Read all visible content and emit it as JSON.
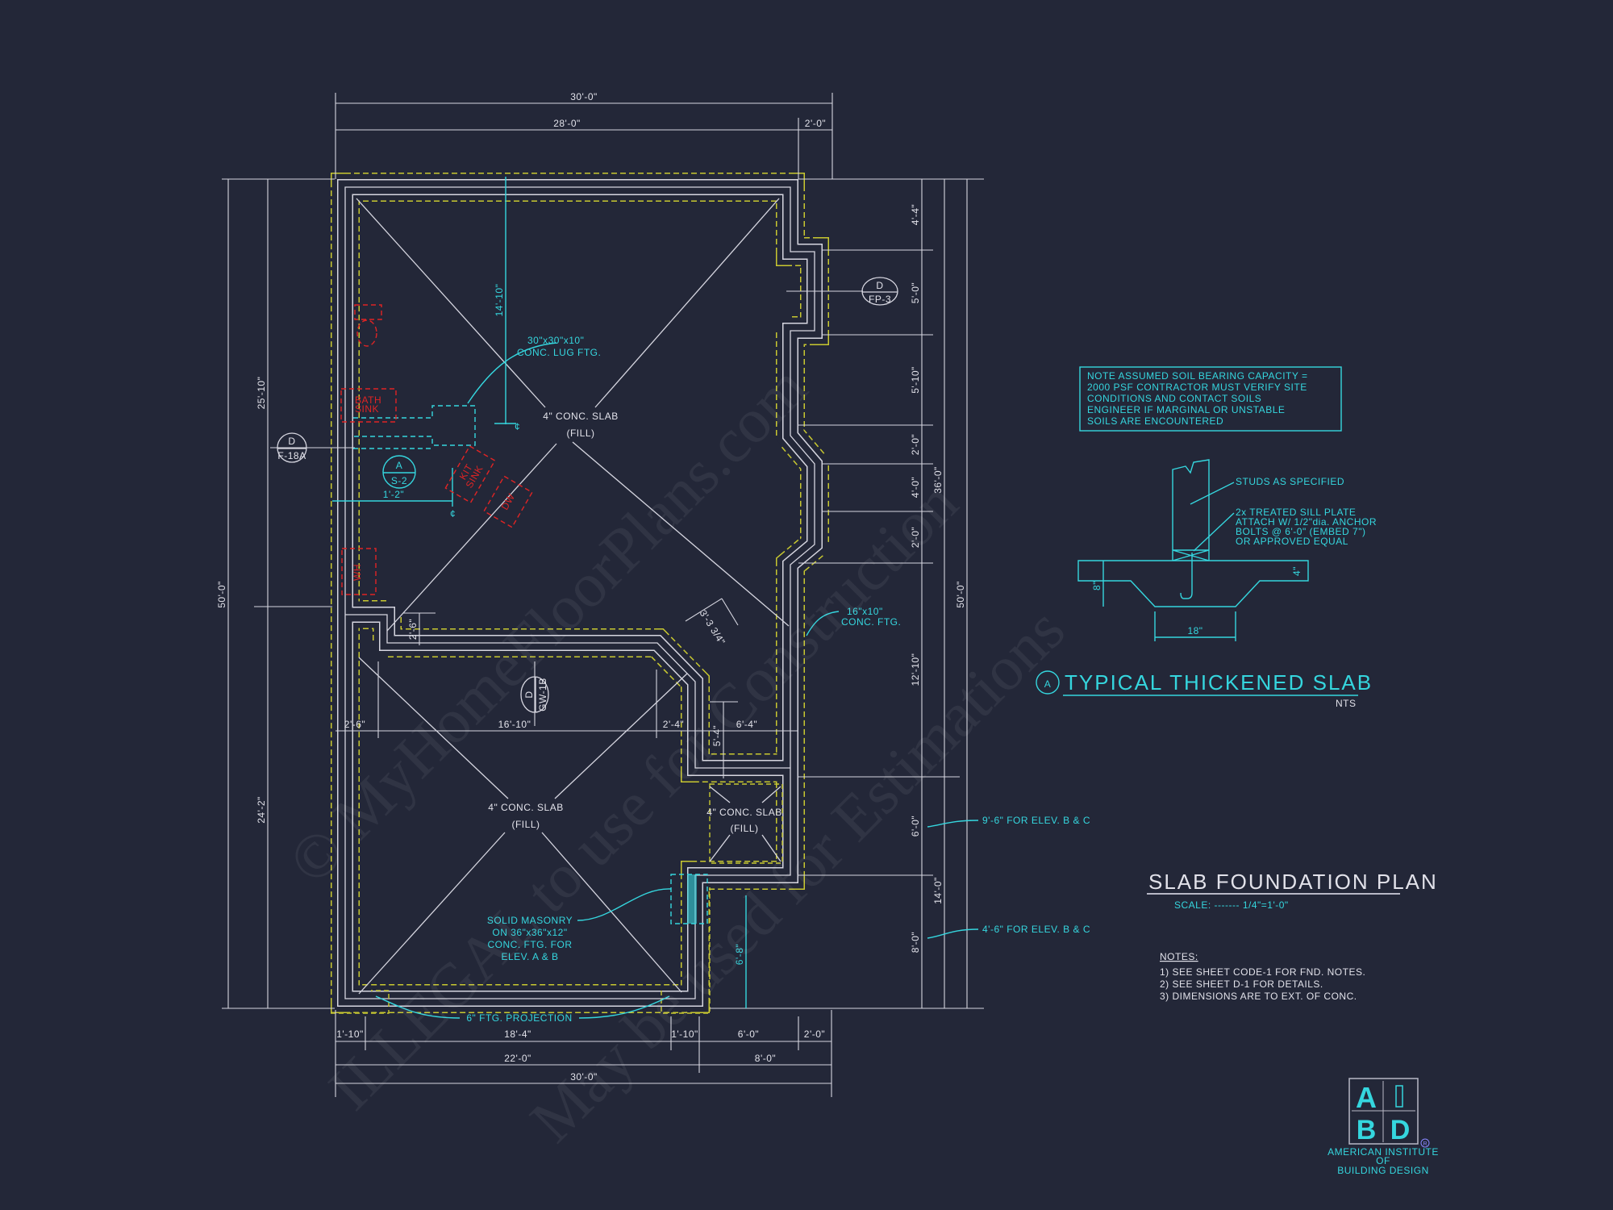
{
  "colors": {
    "background": "#232738",
    "lines": "#d6d6e0",
    "annotation": "#35d6de",
    "footing_dashed": "#c8c830",
    "fixtures": "#e02424"
  },
  "dimensions": {
    "top": {
      "overall": "30'-0\"",
      "left": "28'-0\"",
      "right": "2'-0\""
    },
    "bottom": {
      "row1": [
        "1'-10\"",
        "18'-4\"",
        "1'-10\"",
        "6'-0\"",
        "2'-0\""
      ],
      "row2": [
        "22'-0\"",
        "8'-0\""
      ],
      "row3": "30'-0\""
    },
    "left": {
      "overall": "50'-0\"",
      "upper": "25'-10\"",
      "lower": "24'-2\""
    },
    "right": {
      "col1": [
        "4'-4\"",
        "5'-0\"",
        "5'-10\"",
        "2'-0\"",
        "4'-0\"",
        "2'-0\"",
        "12'-10\"",
        "6'-0\"",
        "8'-0\""
      ],
      "col2": [
        "36'-0\"",
        "14'-0\""
      ],
      "overall": "50'-0\""
    },
    "interior": {
      "row": [
        "2'-6\"",
        "16'-10\"",
        "2'-4\"",
        "6'-4\""
      ],
      "vertical_5_4": "5'-4\"",
      "notch": "2'-6\"",
      "angled": "3'-3 3/4\"",
      "lug_height": "14'-10\"",
      "lug_offset": "1'-2\"",
      "masonry_offset": "6'-8\""
    }
  },
  "slab_labels": [
    {
      "line1": "4\" CONC. SLAB",
      "line2": "(FILL)"
    },
    {
      "line1": "4\" CONC. SLAB",
      "line2": "(FILL)"
    },
    {
      "line1": "4\" CONC. SLAB",
      "line2": "(FILL)"
    }
  ],
  "callouts": {
    "lug": [
      "30\"x30\"x10\"",
      "CONC. LUG FTG."
    ],
    "footing": [
      "16\"x10\"",
      "CONC. FTG."
    ],
    "masonry": [
      "SOLID MASONRY",
      "ON 36\"x36\"x12\"",
      "CONC. FTG. FOR",
      "ELEV. A & B"
    ],
    "projection": "6\" FTG. PROJECTION",
    "elev_upper": "9'-6\" FOR ELEV. B & C",
    "elev_lower": "4'-6\" FOR ELEV. B & C",
    "centerline": "¢"
  },
  "section_markers": [
    {
      "top": "D",
      "bottom": "F-18A"
    },
    {
      "top": "A",
      "bottom": "S-2"
    },
    {
      "top": "D",
      "bottom": "FP-3"
    },
    {
      "top": "D",
      "bottom": "GW-1B"
    }
  ],
  "fixtures": {
    "bath_sink": [
      "BATH",
      "SINK"
    ],
    "kit_sink": [
      "KIT",
      "SINK"
    ],
    "dw": "DW",
    "wh": "WH"
  },
  "soil_note": [
    "NOTE ASSUMED SOIL BEARING CAPACITY =",
    "2000 PSF CONTRACTOR MUST VERIFY SITE",
    "CONDITIONS AND CONTACT SOILS",
    "ENGINEER IF MARGINAL OR UNSTABLE",
    "SOILS ARE ENCOUNTERED"
  ],
  "detail": {
    "marker": "A",
    "title": "TYPICAL THICKENED SLAB",
    "scale": "NTS",
    "studs": "STUDS AS SPECIFIED",
    "sill": [
      "2x TREATED SILL PLATE",
      "ATTACH W/ 1/2\"dia. ANCHOR",
      "BOLTS @ 6'-0\" (EMBED 7\")",
      "OR APPROVED EQUAL"
    ],
    "width": "18\"",
    "depth": "8\"",
    "slab": "4\""
  },
  "plan_title": "SLAB FOUNDATION PLAN",
  "plan_scale": "SCALE: ------- 1/4\"=1'-0\"",
  "notes": {
    "heading": "NOTES:",
    "items": [
      "1) SEE SHEET CODE-1 FOR FND. NOTES.",
      "2) SEE SHEET D-1 FOR DETAILS.",
      "3) DIMENSIONS ARE TO EXT. OF CONC."
    ]
  },
  "logo": {
    "letters": [
      "A",
      "I",
      "B",
      "D"
    ],
    "name": [
      "AMERICAN INSTITUTE",
      "OF",
      "BUILDING DESIGN"
    ],
    "registered": "R"
  },
  "watermark": [
    "© MyHomeFloorPlans.com",
    "ILLEGAL to use for Construction",
    "May be used for Estimations"
  ]
}
